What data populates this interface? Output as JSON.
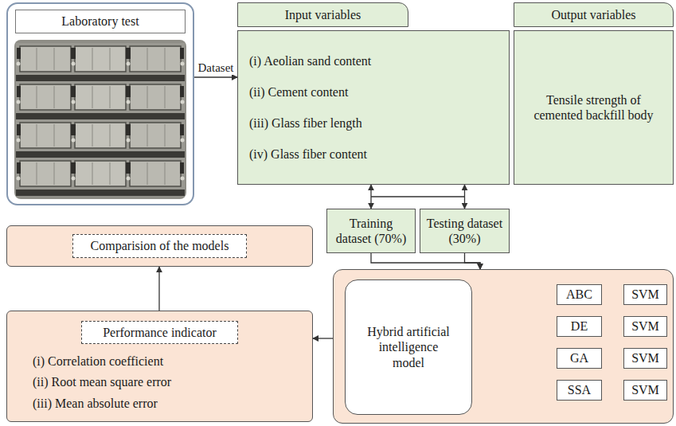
{
  "diagram": {
    "nodes": [
      {
        "text": [
          "Laboratory test"
        ]
      },
      {
        "text": [
          "Input variables",
          "(i) Aeolian sand content",
          "(ii) Cement content",
          "(iii) Glass fiber length",
          "(iv) Glass fiber content"
        ]
      },
      {
        "text": [
          "Output variables",
          "Tensile strength of cemented backfill body"
        ]
      },
      {
        "text": [
          "Training dataset (70%)"
        ]
      },
      {
        "text": [
          "Testing dataset (30%)"
        ]
      },
      {
        "text": [
          "Comparision of the models"
        ]
      },
      {
        "text": [
          "Performance indicator",
          "(i) Correlation coefficient",
          "(ii) Root mean square error",
          "(iii) Mean absolute error"
        ]
      },
      {
        "text": []
      },
      {
        "text": [
          "Hybrid artificial intelligence model"
        ],
        "in": 7
      },
      {
        "text": [
          "ABC"
        ],
        "in": 7
      },
      {
        "text": [
          "SVM"
        ],
        "in": 7
      },
      {
        "text": [
          "DE"
        ],
        "in": 7
      },
      {
        "text": [
          "SVM"
        ],
        "in": 7
      },
      {
        "text": [
          "GA"
        ],
        "in": 7
      },
      {
        "text": [
          "SVM"
        ],
        "in": 7
      },
      {
        "text": [
          "SSA"
        ],
        "in": 7
      },
      {
        "text": [
          "SVM"
        ],
        "in": 7
      }
    ],
    "edges": [
      {
        "from": 0,
        "to": 1,
        "arrow": "to",
        "label": "Dataset"
      },
      {
        "from": 1,
        "to": 3,
        "arrow": "both"
      },
      {
        "from": 1,
        "to": 4,
        "arrow": "both"
      },
      {
        "from": 3,
        "to": 7,
        "arrow": "to"
      },
      {
        "from": 4,
        "to": 7,
        "arrow": "to"
      },
      {
        "from": 7,
        "to": 6,
        "arrow": "to"
      },
      {
        "from": 6,
        "to": 5,
        "arrow": "to"
      },
      {
        "from": 9,
        "to": 10,
        "arrow": "both"
      },
      {
        "from": 11,
        "to": 12,
        "arrow": "both"
      },
      {
        "from": 13,
        "to": 14,
        "arrow": "both"
      },
      {
        "from": 15,
        "to": 16,
        "arrow": "both"
      }
    ]
  }
}
